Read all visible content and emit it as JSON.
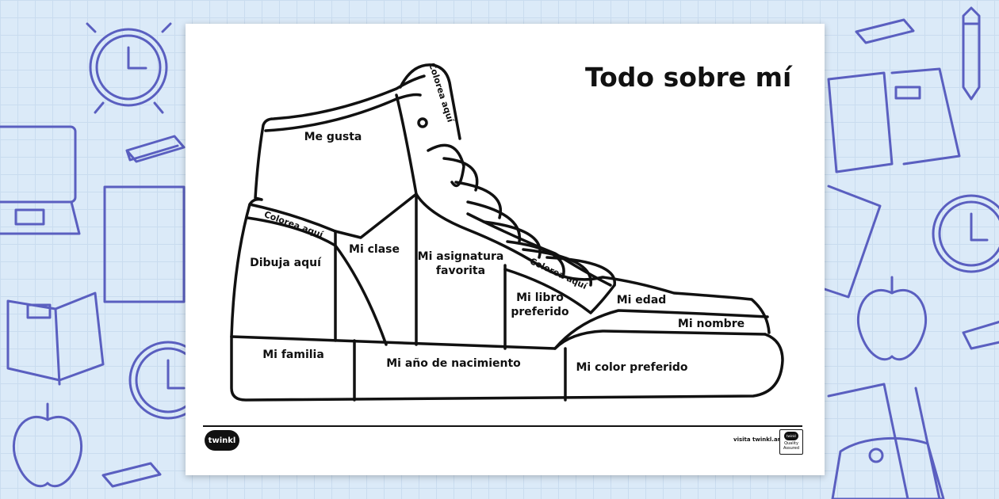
{
  "worksheet": {
    "title": "Todo sobre mí",
    "labels": {
      "me_gusta": "Me gusta",
      "colorea_tongue": "Colorea aquí",
      "colorea_collar": "Colorea aquí",
      "colorea_laces": "Colorea aquí",
      "dibuja_aqui": "Dibuja aquí",
      "mi_clase": "Mi clase",
      "mi_asignatura_1": "Mi asignatura",
      "mi_asignatura_2": "favorita",
      "mi_libro_1": "Mi libro",
      "mi_libro_2": "preferido",
      "mi_edad": "Mi edad",
      "mi_nombre": "Mi nombre",
      "mi_familia": "Mi familia",
      "mi_ano": "Mi año de nacimiento",
      "mi_color": "Mi color preferido"
    }
  },
  "footer": {
    "logo": "twinkl",
    "visit": "visita twinkl.ar",
    "badge_logo": "twinkl",
    "badge_text": "Quality Assured"
  },
  "colors": {
    "background": "#dbeaf8",
    "doodle": "#5a5fc0",
    "ink": "#111111"
  }
}
